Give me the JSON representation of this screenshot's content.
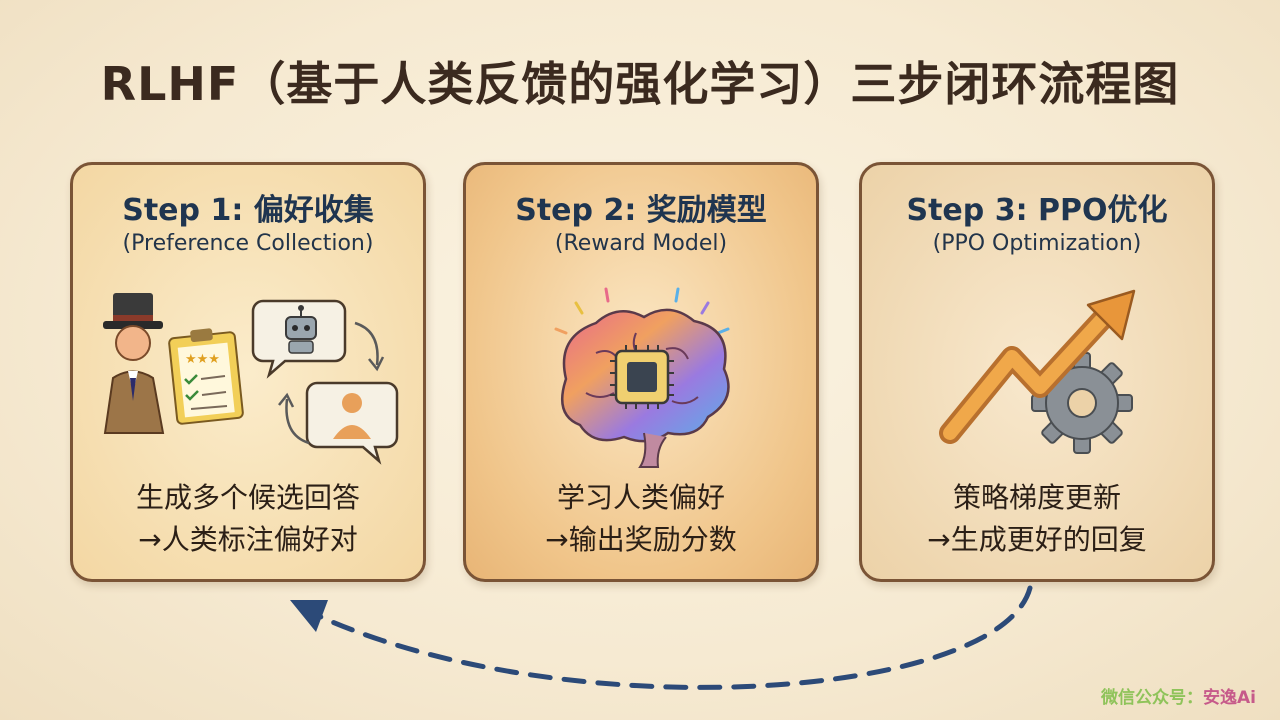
{
  "title": "RLHF（基于人类反馈的强化学习）三步闭环流程图",
  "steps": [
    {
      "title": "Step 1: 偏好收集",
      "subtitle": "(Preference Collection)",
      "desc_line1": "生成多个候选回答",
      "desc_line2": "→人类标注偏好对"
    },
    {
      "title": "Step 2: 奖励模型",
      "subtitle": "(Reward Model)",
      "desc_line1": "学习人类偏好",
      "desc_line2": "→输出奖励分数"
    },
    {
      "title": "Step 3: PPO优化",
      "subtitle": "(PPO Optimization)",
      "desc_line1": "策略梯度更新",
      "desc_line2": "→生成更好的回复"
    }
  ],
  "watermark": {
    "label": "微信公众号：",
    "name": "安逸",
    "ai": "Ai"
  },
  "icons": {
    "step1": [
      "annotator-person-icon",
      "clipboard-star-icon",
      "robot-chat-icon",
      "person-chat-icon",
      "cycle-arrow-icon"
    ],
    "step2": [
      "brain-chip-icon"
    ],
    "step3": [
      "growth-arrow-icon",
      "gear-icon"
    ]
  },
  "colors": {
    "title_text": "#3b2a1f",
    "step_title_text": "#1f3550",
    "card_border": "#7a5436",
    "loop_arrow": "#2c4a78"
  }
}
